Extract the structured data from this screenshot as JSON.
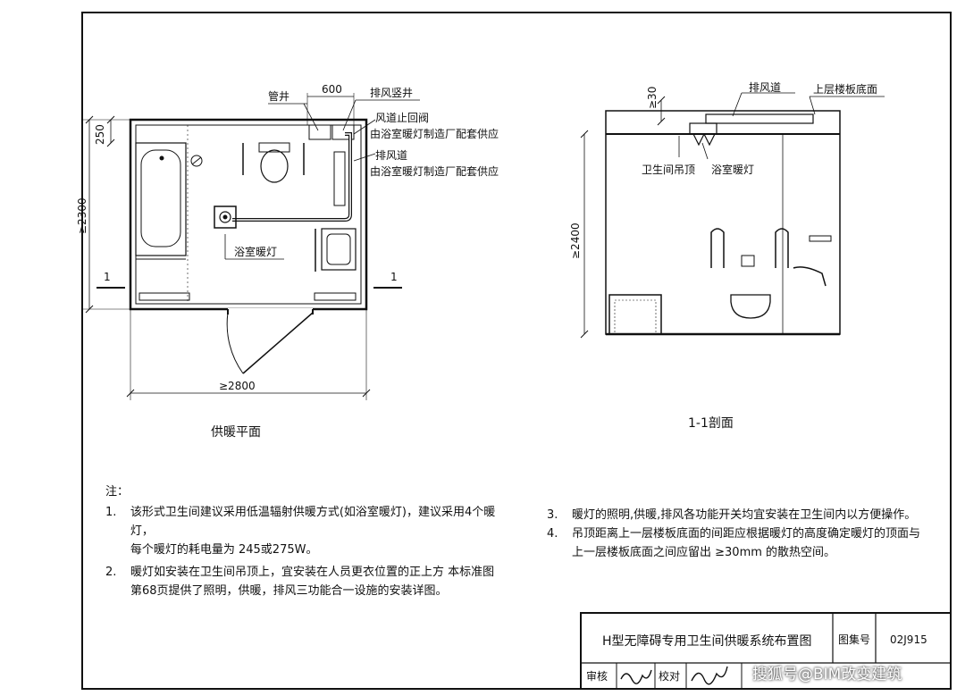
{
  "plan": {
    "title": "供暖平面",
    "pipe_well": "管井",
    "dim_600": "600",
    "exhaust_shaft": "排风竖井",
    "air_valve": "风道止回阀",
    "supply_1": "由浴室暖灯制造厂配套供应",
    "air_duct": "排风道",
    "supply_2": "由浴室暖灯制造厂配套供应",
    "heater_lamp": "浴室暖灯",
    "dim_250": "250",
    "dim_2300": "≥2300",
    "dim_2800": "≥2800",
    "sec_mark_left": "1",
    "sec_mark_right": "1"
  },
  "section": {
    "title": "1-1剖面",
    "exhaust_duct": "排风道",
    "upper_slab": "上层楼板底面",
    "dim_30": "≥30",
    "ceiling": "卫生间吊顶",
    "heater_lamp": "浴室暖灯",
    "dim_2400": "≥2400"
  },
  "notes": {
    "head": "注：",
    "items": [
      {
        "num": "1.",
        "lines": [
          "该形式卫生间建议采用低温辐射供暖方式(如浴室暖灯)，建议采用4个暖灯，",
          "每个暖灯的耗电量为 245或275W。"
        ]
      },
      {
        "num": "2.",
        "lines": [
          "暖灯如安装在卫生间吊顶上，宜安装在人员更衣位置的正上方  本标准图",
          "第68页提供了照明，供暖，排风三功能合一设施的安装详图。"
        ]
      },
      {
        "num": "3.",
        "lines": [
          "暖灯的照明,供暖,排风各功能开关均宜安装在卫生间内以方便操作。"
        ]
      },
      {
        "num": "4.",
        "lines": [
          "吊顶距离上一层楼板底面的间距应根据暖灯的高度确定暖灯的顶面与",
          "上一层楼板底面之间应留出 ≥30mm 的散热空间。"
        ]
      }
    ]
  },
  "titleblock": {
    "drawing_title": "H型无障碍专用卫生间供暖系统布置图",
    "atlas_label": "图集号",
    "atlas_no": "02J915",
    "review_label": "审核",
    "check_label": "校对",
    "watermark": "搜狐号@BIM改变建筑"
  }
}
